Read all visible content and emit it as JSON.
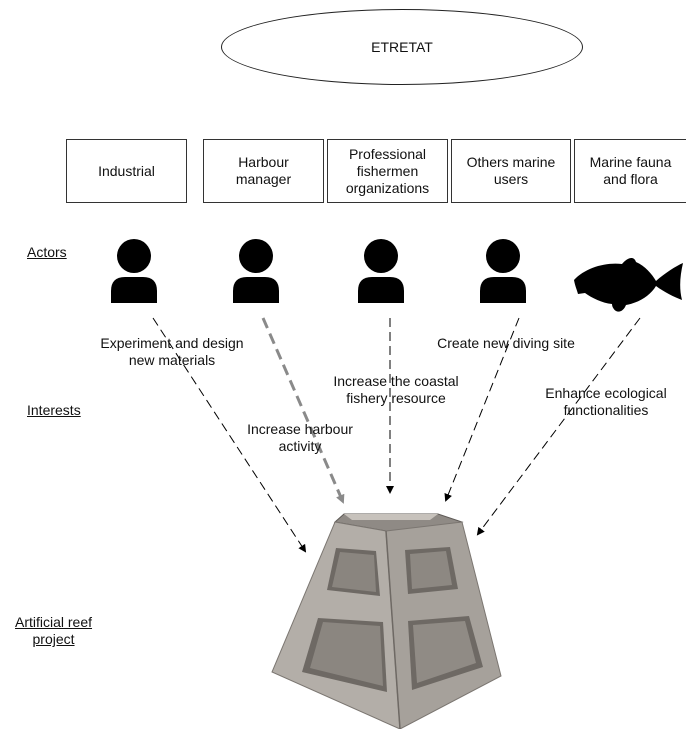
{
  "location": "ETRETAT",
  "stakeholders": [
    {
      "label": "Industrial"
    },
    {
      "label": "Harbour\nmanager"
    },
    {
      "label": "Professional\nfishermen\norganizations"
    },
    {
      "label": "Others marine\nusers"
    },
    {
      "label": "Marine fauna\nand flora"
    }
  ],
  "row_labels": {
    "actors": "Actors",
    "interests": "Interests",
    "project": "Artificial reef\nproject"
  },
  "interests": [
    "Experiment and design\nnew materials",
    "Increase harbour\nactivity",
    "Increase the coastal\nfishery resource",
    "Create new diving site",
    "Enhance ecological\nfunctionalities"
  ],
  "colors": {
    "actor_icon": "#000000",
    "reef_light": "#b3aea8",
    "reef_mid": "#9a948e",
    "reef_dark": "#6e6964",
    "arrow": "#000000",
    "arrow_highlight": "#8a8a8a"
  },
  "icons": [
    "person-icon",
    "person-icon",
    "person-icon",
    "person-icon",
    "fish-icon"
  ]
}
